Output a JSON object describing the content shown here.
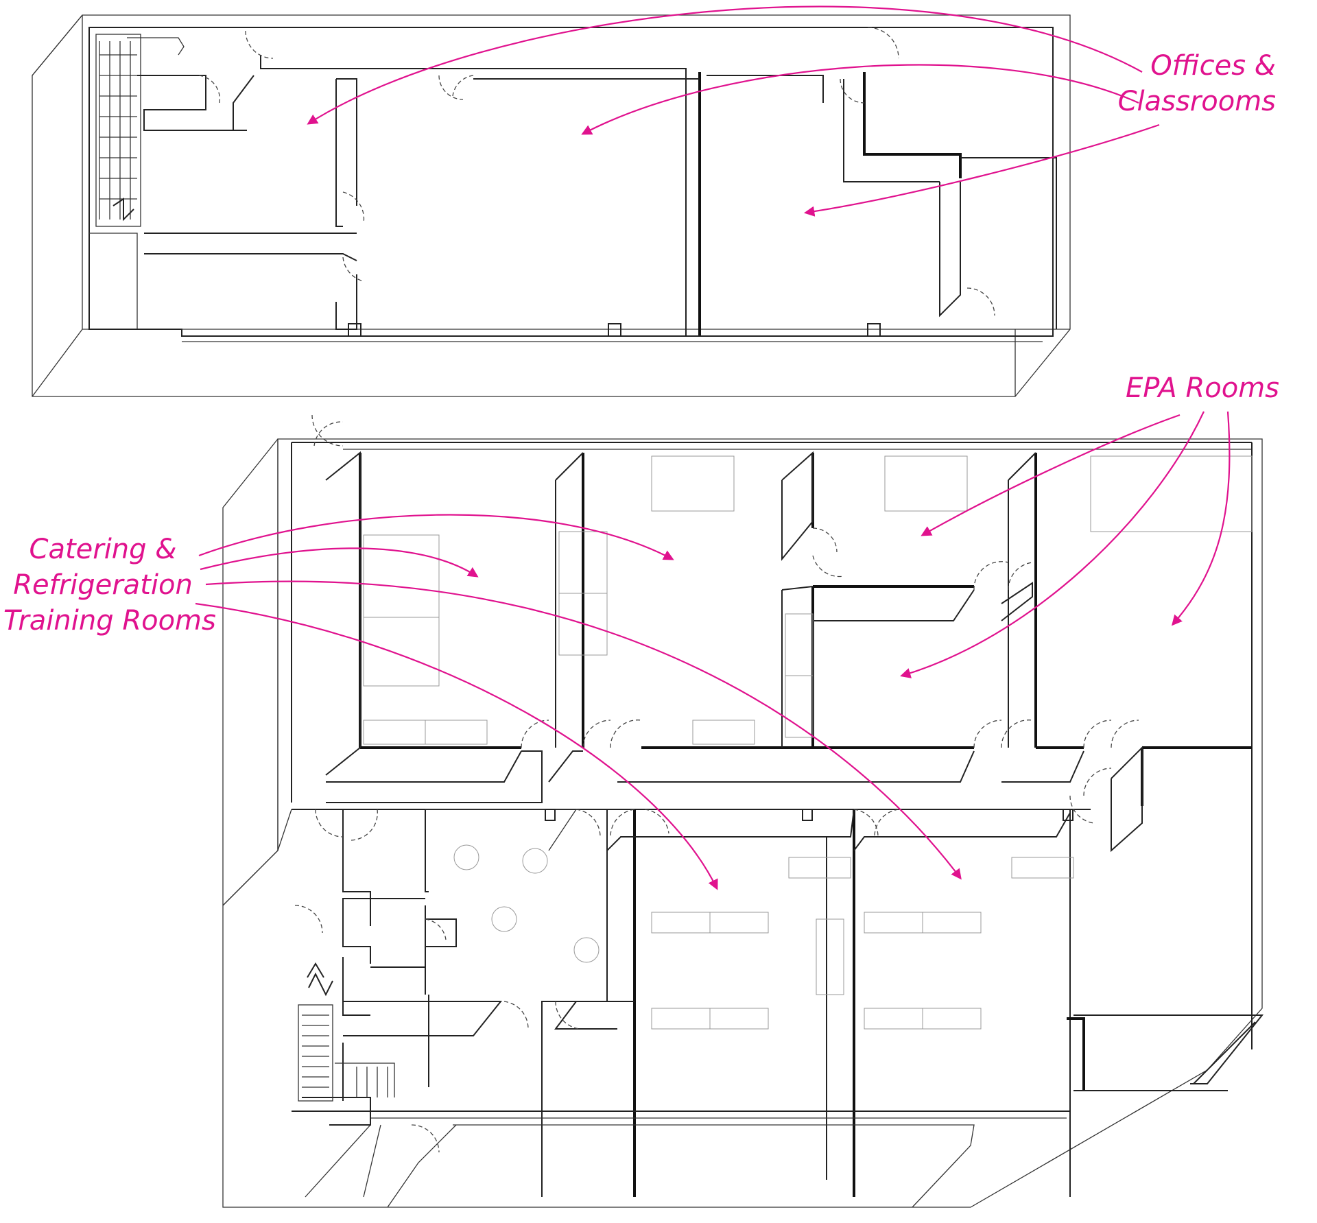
{
  "annotations": {
    "accent_color": "#e0128e",
    "offices": {
      "line1": "Offices &",
      "line2": "Classrooms"
    },
    "epa": {
      "line1": "EPA Rooms"
    },
    "catering": {
      "line1": "Catering &",
      "line2": "Refrigeration",
      "line3": "Training Rooms"
    }
  },
  "icons": [
    "north-arrow-icon",
    "north-arrow-icon"
  ]
}
